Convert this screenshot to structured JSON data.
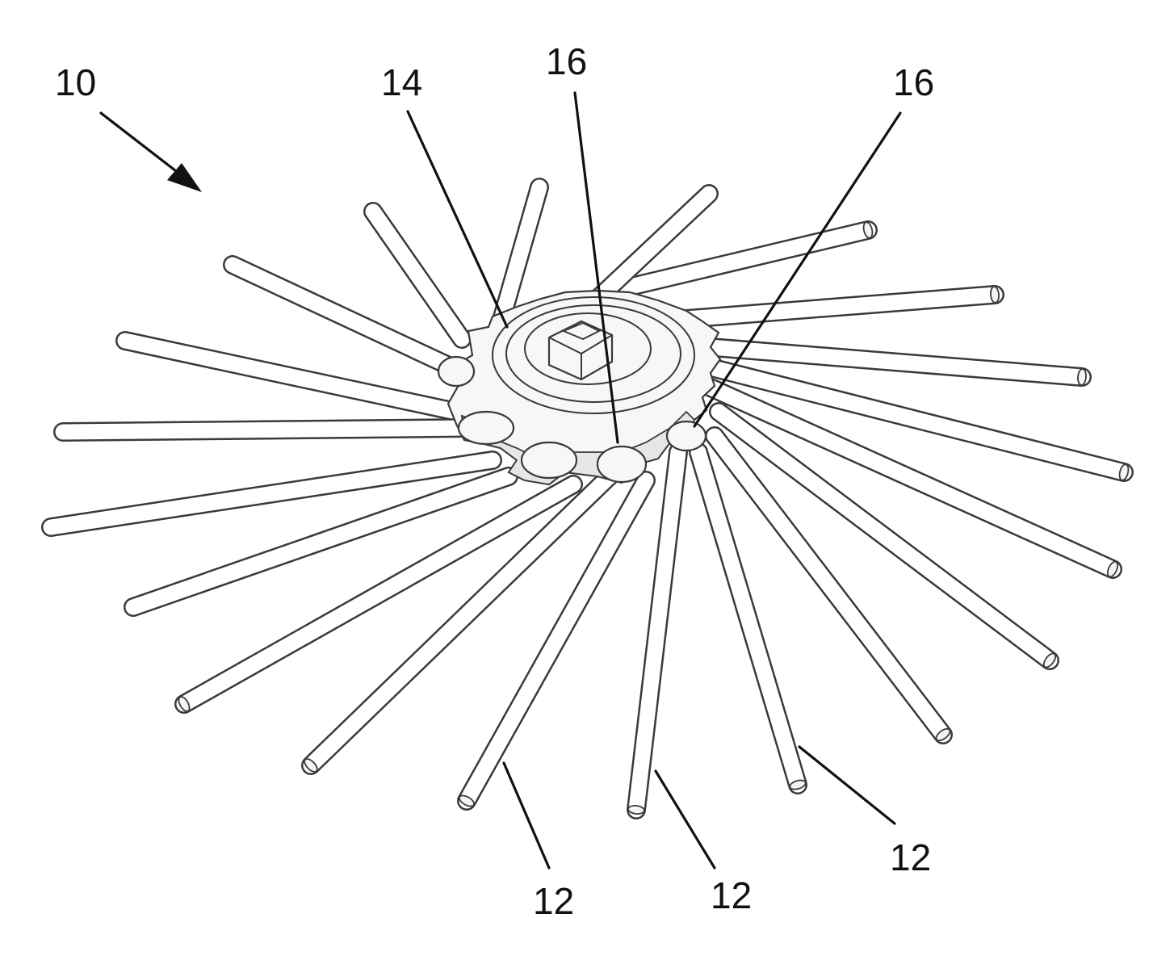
{
  "labels": {
    "assembly": "10",
    "hub": "14",
    "socket_a": "16",
    "socket_b": "16",
    "rod_a": "12",
    "rod_b": "12",
    "rod_c": "12"
  },
  "colors": {
    "line": "#3a3a3a",
    "text": "#111111",
    "background": "#ffffff"
  }
}
